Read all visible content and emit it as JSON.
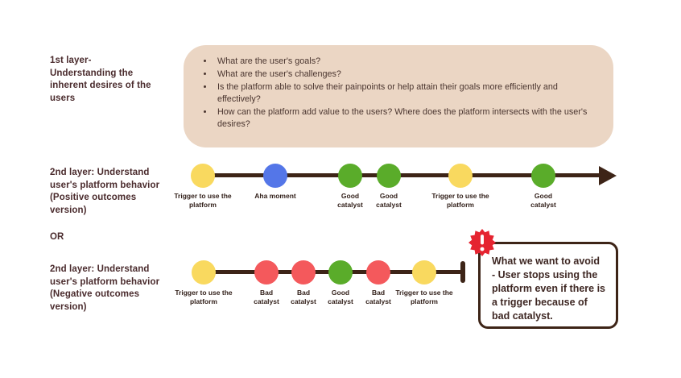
{
  "colors": {
    "background": "#FFFFFF",
    "text_dark": "#4A2B2D",
    "panel_bg": "#EBD6C4",
    "line_brown": "#3D2417",
    "trigger_yellow": "#F9D95F",
    "aha_blue": "#5476E8",
    "good_green": "#5AAC2A",
    "bad_red": "#F4595C",
    "alert_red": "#E52430"
  },
  "layer1": {
    "label": "1st layer-\nUnderstanding the\ninherent desires of the\nusers",
    "questions": [
      "What are the user's goals?",
      "What are the user's challenges?",
      "Is the platform able to solve their painpoints or help attain their goals more efficiently and effectively?",
      "How can the platform add value to the users? Where does the platform intersects with the user's desires?"
    ]
  },
  "layer2_positive": {
    "label": "2nd layer: Understand\nuser's platform behavior\n(Positive outcomes\nversion)",
    "events": [
      {
        "label": "Trigger to use the\nplatform",
        "color": "#F9D95F"
      },
      {
        "label": "Aha moment",
        "color": "#5476E8"
      },
      {
        "label": "Good\ncatalyst",
        "color": "#5AAC2A"
      },
      {
        "label": "Good\ncatalyst",
        "color": "#5AAC2A"
      },
      {
        "label": "Trigger to use the\nplatform",
        "color": "#F9D95F"
      },
      {
        "label": "Good\ncatalyst",
        "color": "#5AAC2A"
      }
    ]
  },
  "or_label": "OR",
  "layer2_negative": {
    "label": "2nd layer: Understand\nuser's platform behavior\n(Negative outcomes\nversion)",
    "events": [
      {
        "label": "Trigger to use the\nplatform",
        "color": "#F9D95F"
      },
      {
        "label": "Bad\ncatalyst",
        "color": "#F4595C"
      },
      {
        "label": "Bad\ncatalyst",
        "color": "#F4595C"
      },
      {
        "label": "Good\ncatalyst",
        "color": "#5AAC2A"
      },
      {
        "label": "Bad\ncatalyst",
        "color": "#F4595C"
      },
      {
        "label": "Trigger to use the\nplatform",
        "color": "#F9D95F"
      }
    ]
  },
  "callout": {
    "badge_icon": "exclamation-icon",
    "text": "What we want to avoid\n- User stops using the\nplatform even if there is\na trigger because of\nbad catalyst."
  }
}
